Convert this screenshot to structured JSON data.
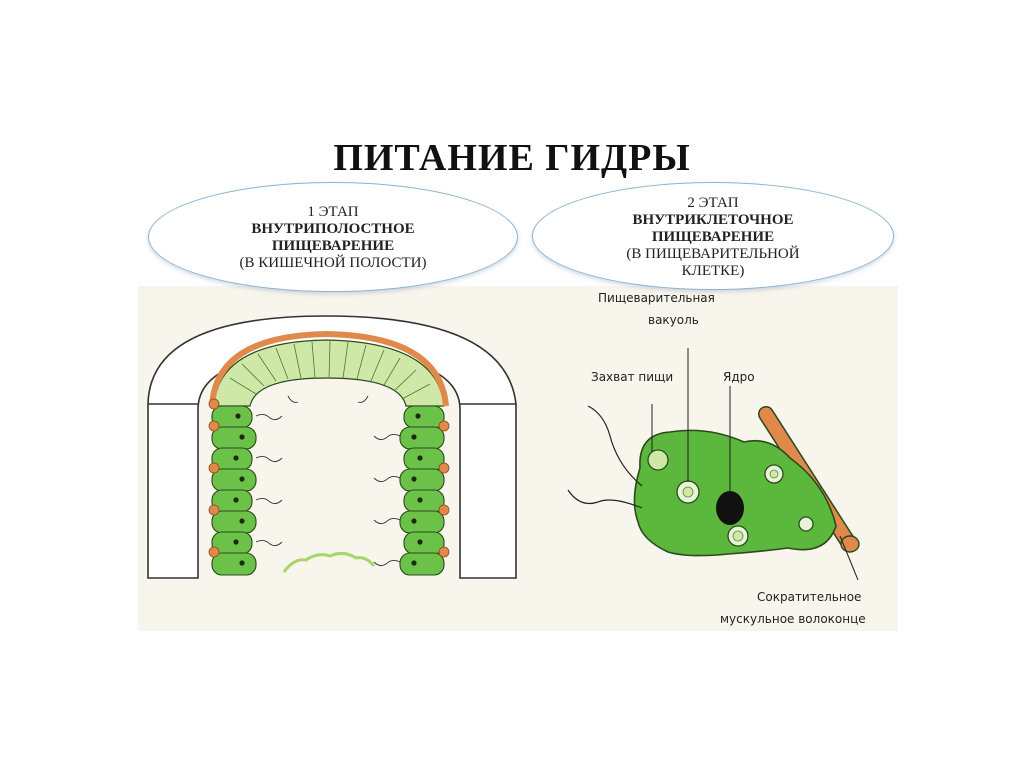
{
  "title": "ПИТАНИЕ ГИДРЫ",
  "stage1": {
    "line1": "1 ЭТАП",
    "line2": "ВНУТРИПОЛОСТНОЕ",
    "line3": "ПИЩЕВАРЕНИЕ",
    "line4": "(В КИШЕЧНОЙ ПОЛОСТИ)"
  },
  "stage2": {
    "line1": "2 ЭТАП",
    "line2": "ВНУТРИКЛЕТОЧНОЕ",
    "line3": "ПИЩЕВАРЕНИЕ",
    "line4": "(В ПИЩЕВАРИТЕЛЬНОЙ",
    "line5": "КЛЕТКЕ)"
  },
  "labels": {
    "vacuole_1": "Пищеварительная",
    "vacuole_2": "вакуоль",
    "capture": "Захват пищи",
    "nucleus": "Ядро",
    "fiber_1": "Сократительное",
    "fiber_2": "мускульное волоконце"
  },
  "colors": {
    "cell_green": "#5cb83c",
    "cell_outline": "#2a4a1c",
    "muscle_orange": "#e0894a",
    "ellipse_border": "#8fb3d0",
    "diagram_bg": "#f8f5ec"
  }
}
